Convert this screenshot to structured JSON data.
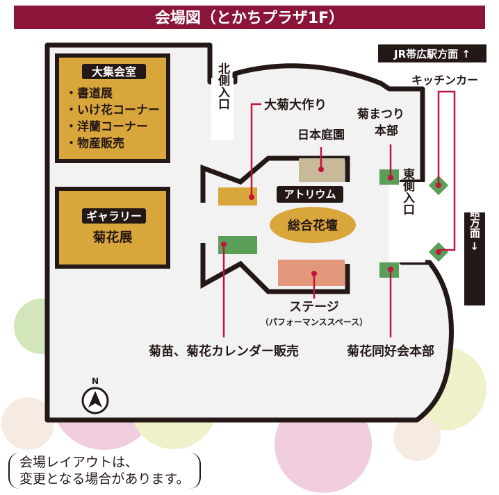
{
  "title": "会場図（とかちプラザ1F）",
  "colors": {
    "banner": "#8a1538",
    "room": "#d9a63c",
    "floor": "#f2f2f2",
    "wall": "#231815",
    "green": "#5a9e58",
    "stage": "#e3977a",
    "garden": "#c8b99b",
    "line": "#c0143c"
  },
  "rooms": {
    "daishukai": {
      "name": "大集会室",
      "items": [
        "・書道展",
        "・いけ花コーナー",
        "・洋蘭コーナー",
        "・物産販売"
      ]
    },
    "gallery": {
      "name": "ギャラリー",
      "sub": "菊花展"
    }
  },
  "atrium": {
    "label": "アトリウム",
    "center": "総合花壇"
  },
  "entrances": {
    "north": "北側入口",
    "east": "東側入口"
  },
  "labels": {
    "ogiku": "大菊大作り",
    "garden": "日本庭園",
    "kiku_matsuri_1": "菊まつり",
    "kiku_matsuri_2": "本部",
    "stage": "ステージ",
    "stage_sub": "（パフォーマンススペース）",
    "seedlings": "菊苗、菊花カレンダー販売",
    "club": "菊花同好会本部",
    "kitchen_car": "キッチンカー"
  },
  "directions": {
    "jr": "JR帯広駅方面 ↑",
    "library": "図書館方面 →"
  },
  "compass": "N",
  "note": [
    "会場レイアウトは、",
    "変更となる場合があります。"
  ]
}
